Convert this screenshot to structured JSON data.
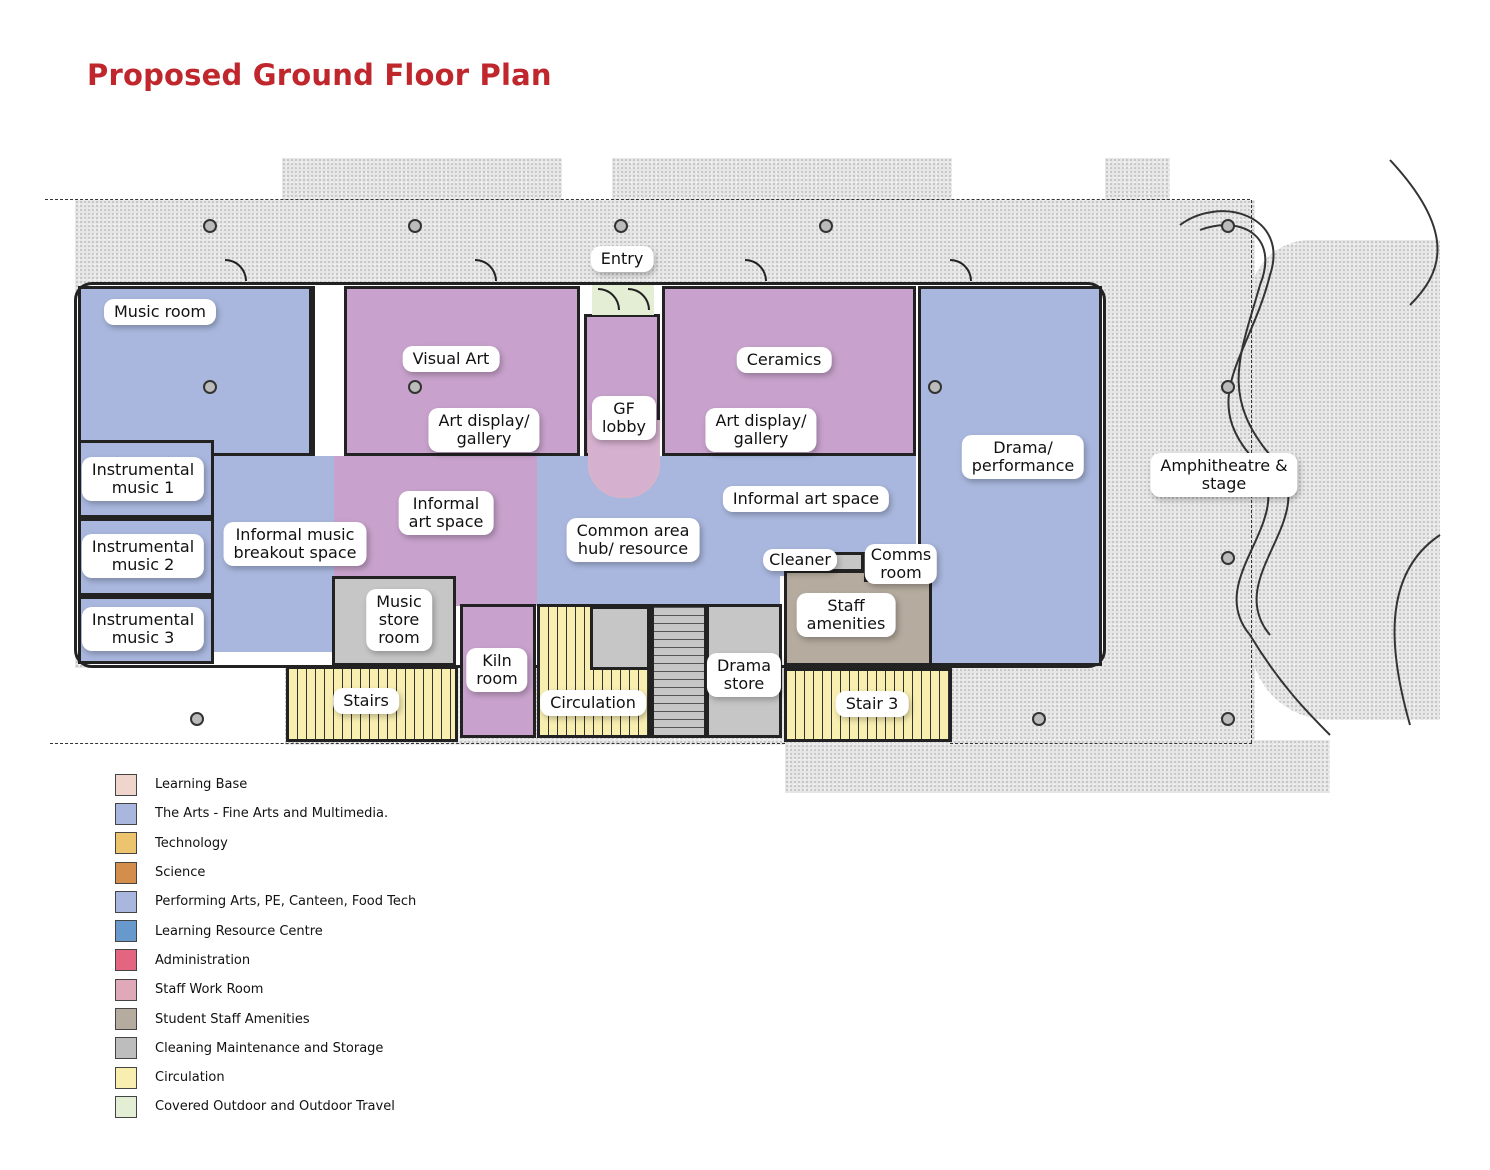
{
  "title": "Proposed Ground Floor Plan",
  "rooms": {
    "entry": "Entry",
    "music_room": "Music room",
    "visual_art": "Visual Art",
    "art_display_left": "Art display/\ngallery",
    "gf_lobby": "GF\nlobby",
    "ceramics": "Ceramics",
    "art_display_right": "Art display/\ngallery",
    "drama": "Drama/\nperformance",
    "amphitheatre": "Amphitheatre &\nstage",
    "instrumental_1": "Instrumental\nmusic 1",
    "instrumental_2": "Instrumental\nmusic 2",
    "instrumental_3": "Instrumental\nmusic 3",
    "informal_music": "Informal music\nbreakout space",
    "informal_art_left": "Informal\nart space",
    "common_area": "Common area\nhub/ resource",
    "informal_art_right": "Informal art space",
    "cleaner": "Cleaner",
    "comms_room": "Comms\nroom",
    "staff_amenities": "Staff\namenities",
    "music_store": "Music\nstore\nroom",
    "kiln_room": "Kiln\nroom",
    "drama_store": "Drama\nstore",
    "stairs": "Stairs",
    "circulation": "Circulation",
    "stair_3": "Stair 3"
  },
  "legend": [
    {
      "label": "Learning Base",
      "color": "#efd5cc"
    },
    {
      "label": "The Arts - Fine Arts and Multimedia.",
      "color": "#a9b7de"
    },
    {
      "label": "Technology",
      "color": "#ecc46e"
    },
    {
      "label": "Science",
      "color": "#d48e4c"
    },
    {
      "label": "Performing Arts, PE, Canteen, Food Tech",
      "color": "#a9b7de"
    },
    {
      "label": "Learning Resource Centre",
      "color": "#6799cc"
    },
    {
      "label": "Administration",
      "color": "#e3657f"
    },
    {
      "label": "Staff Work Room",
      "color": "#e0a9b9"
    },
    {
      "label": "Student Staff Amenities",
      "color": "#b5ab9e"
    },
    {
      "label": "Cleaning Maintenance and Storage",
      "color": "#bdbdbd"
    },
    {
      "label": "Circulation",
      "color": "#f8eeb0"
    },
    {
      "label": "Covered Outdoor and Outdoor Travel",
      "color": "#e3eed4"
    }
  ]
}
